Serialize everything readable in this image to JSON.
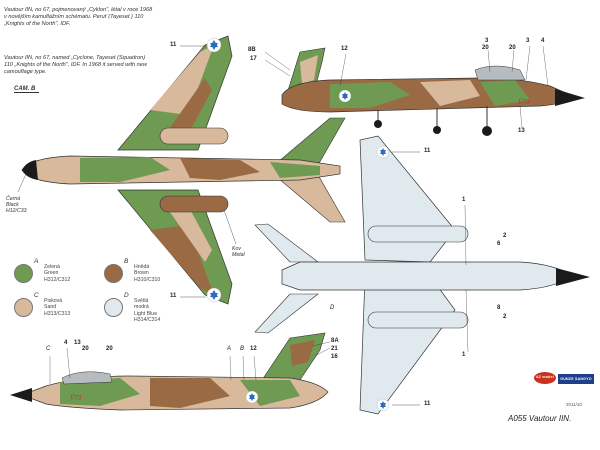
{
  "colors": {
    "green": "#6e9a52",
    "brown": "#9a6a44",
    "sand": "#d9b99b",
    "light_blue": "#dfe9ee",
    "black": "#1b1b1b",
    "metal": "#b7bcc0",
    "star_blue": "#2a6dbf",
    "nose_red": "#c8321e"
  },
  "descriptions": {
    "czech": "Vautour IIN, no 67, pojmenovaný „Cyklon\", létal v roce 1968 v novějším kamuflážním schématu. Peruť (Tayeset ) 110 „Knights of the North\", IDF.",
    "english": "Vautour IIN, no 67, named „Cyclone, Tayeset (Squadron) 110 „Knights of the North\", IDF. In 1968 it served with new camouflage type."
  },
  "camouflage_label": "CAM. B",
  "annotations": {
    "black": "Černá\nBlack\nH12/C33",
    "metal": "Kov\nMetal"
  },
  "swatches": [
    {
      "letter": "A",
      "text": "Zelená\nGreen\nH312/C312",
      "color": "#6e9a52"
    },
    {
      "letter": "B",
      "text": "Hnědá\nBrown\nH310/C310",
      "color": "#9a6a44"
    },
    {
      "letter": "C",
      "text": "Pisková\nSand\nH313/C313",
      "color": "#d9b99b"
    },
    {
      "letter": "D",
      "text": "Světlá modrá\nLight Blue\nH314/C314",
      "color": "#dfe9ee"
    }
  ],
  "callouts": {
    "top_left_11": "11",
    "bottom_left_11": "11",
    "right_upper_11": "11",
    "right_lower_11": "11",
    "side_8B": "8B",
    "side_17": "17",
    "side_12": "12",
    "side_3": "3",
    "side_20a": "20",
    "side_20b": "20",
    "side_4": "4",
    "side_13": "13",
    "lower_1a": "1",
    "lower_6": "6",
    "lower_2a": "2",
    "lower_8": "8",
    "lower_2b": "2",
    "lower_1b": "1",
    "lower_D": "D",
    "bot_C": "C",
    "bot_4": "4",
    "bot_13": "13",
    "bot_20a": "20",
    "bot_20b": "20",
    "bot_A": "A",
    "bot_B": "B",
    "bot_12": "12",
    "bot_8A": "8A",
    "bot_21": "21",
    "bot_16": "16"
  },
  "nose_art": "Ṽ73",
  "publisher_logos": {
    "top": "AZ model",
    "bottom": "GUNZE SANGYO"
  },
  "code": "2011/10",
  "title": "A055 Vautour IIN."
}
